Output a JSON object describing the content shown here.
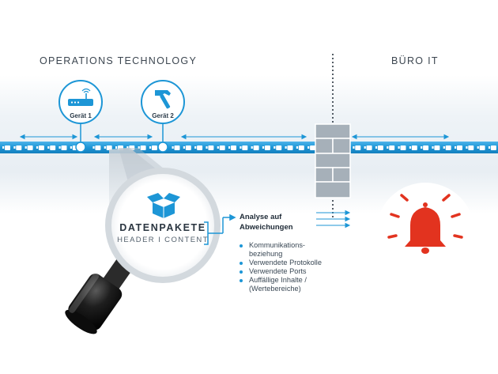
{
  "sections": {
    "ot_title": "OPERATIONS TECHNOLOGY",
    "it_title": "BÜRO IT"
  },
  "devices": [
    {
      "label": "Gerät 1",
      "icon": "router-icon"
    },
    {
      "label": "Gerät 2",
      "icon": "hammer-icon"
    }
  ],
  "magnifier": {
    "title": "DATENPAKETE",
    "subtitle": "HEADER I CONTENT",
    "icon": "open-box-icon"
  },
  "analysis": {
    "title": "Analyse auf Abweichungen",
    "items": [
      "Kommunikations- beziehung",
      "Verwendete Protokolle",
      "Verwendete Ports",
      "Auffällige Inhalte / (Wertebereiche)"
    ]
  },
  "alarm_icon": "alarm-bell-icon",
  "colors": {
    "accent_blue": "#1d96d6",
    "alarm_red": "#e2331f",
    "wall_gray": "#a6b0b9",
    "text_dark": "#2a3540"
  }
}
